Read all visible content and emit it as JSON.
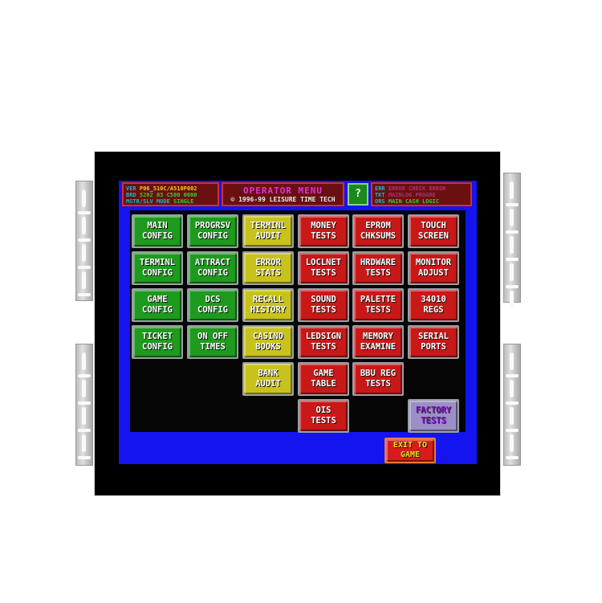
{
  "header": {
    "left_box": {
      "rows": [
        {
          "label": "VER",
          "value": "P06_510C/A510P002"
        },
        {
          "label": "BRD",
          "value": "5202 03 C500 0000"
        },
        {
          "label": "MSTR/SLV MODE",
          "value": "SINGLE"
        }
      ]
    },
    "title": "OPERATOR  MENU",
    "copyright": "© 1996-99 LEISURE TIME TECH",
    "help_label": "?",
    "right_box": {
      "rows": [
        {
          "label": "ERR",
          "value": "ERROR CHECK ERROR"
        },
        {
          "label": "TKT",
          "value": "MAINLOG  PROGRE"
        },
        {
          "label": "ORS",
          "value": "MAIN   CASH   LOGIC"
        }
      ]
    }
  },
  "buttons": [
    {
      "id": "main-config",
      "label": "MAIN\nCONFIG",
      "color": "green",
      "col": 0,
      "row": 0
    },
    {
      "id": "progrsv-config",
      "label": "PROGRSV\nCONFIG",
      "color": "green",
      "col": 1,
      "row": 0
    },
    {
      "id": "terminl-audit",
      "label": "TERMINL\nAUDIT",
      "color": "yellow",
      "col": 2,
      "row": 0
    },
    {
      "id": "money-tests",
      "label": "MONEY\nTESTS",
      "color": "red",
      "col": 3,
      "row": 0
    },
    {
      "id": "eprom-chksums",
      "label": "EPROM\nCHKSUMS",
      "color": "red",
      "col": 4,
      "row": 0
    },
    {
      "id": "touch-screen",
      "label": "TOUCH\nSCREEN",
      "color": "red",
      "col": 5,
      "row": 0
    },
    {
      "id": "terminl-config",
      "label": "TERMINL\nCONFIG",
      "color": "green",
      "col": 0,
      "row": 1
    },
    {
      "id": "attract-config",
      "label": "ATTRACT\nCONFIG",
      "color": "green",
      "col": 1,
      "row": 1
    },
    {
      "id": "error-stats",
      "label": "ERROR\nSTATS",
      "color": "yellow",
      "col": 2,
      "row": 1
    },
    {
      "id": "loclnet-tests",
      "label": "LOCLNET\nTESTS",
      "color": "red",
      "col": 3,
      "row": 1
    },
    {
      "id": "hrdware-tests",
      "label": "HRDWARE\nTESTS",
      "color": "red",
      "col": 4,
      "row": 1
    },
    {
      "id": "monitor-adjust",
      "label": "MONITOR\nADJUST",
      "color": "red",
      "col": 5,
      "row": 1
    },
    {
      "id": "game-config",
      "label": "GAME\nCONFIG",
      "color": "green",
      "col": 0,
      "row": 2
    },
    {
      "id": "dcs-config",
      "label": "DCS\nCONFIG",
      "color": "green",
      "col": 1,
      "row": 2
    },
    {
      "id": "recall-history",
      "label": "RECALL\nHISTORY",
      "color": "yellow",
      "col": 2,
      "row": 2
    },
    {
      "id": "sound-tests",
      "label": "SOUND\nTESTS",
      "color": "red",
      "col": 3,
      "row": 2
    },
    {
      "id": "palette-tests",
      "label": "PALETTE\nTESTS",
      "color": "red",
      "col": 4,
      "row": 2
    },
    {
      "id": "34010-regs",
      "label": "34010\nREGS",
      "color": "red",
      "col": 5,
      "row": 2
    },
    {
      "id": "ticket-config",
      "label": "TICKET\nCONFIG",
      "color": "green",
      "col": 0,
      "row": 3
    },
    {
      "id": "on-off-times",
      "label": "ON OFF\nTIMES",
      "color": "green",
      "col": 1,
      "row": 3
    },
    {
      "id": "casino-books",
      "label": "CASINO\nBOOKS",
      "color": "yellow",
      "col": 2,
      "row": 3
    },
    {
      "id": "ledsign-tests",
      "label": "LEDSIGN\nTESTS",
      "color": "red",
      "col": 3,
      "row": 3
    },
    {
      "id": "memory-examine",
      "label": "MEMORY\nEXAMINE",
      "color": "red",
      "col": 4,
      "row": 3
    },
    {
      "id": "serial-ports",
      "label": "SERIAL\nPORTS",
      "color": "red",
      "col": 5,
      "row": 3
    },
    {
      "id": "bank-audit",
      "label": "BANK\nAUDIT",
      "color": "yellow",
      "col": 2,
      "row": 4
    },
    {
      "id": "game-table",
      "label": "GAME\nTABLE",
      "color": "red",
      "col": 3,
      "row": 4
    },
    {
      "id": "bbu-reg-tests",
      "label": "BBU REG\nTESTS",
      "color": "red",
      "col": 4,
      "row": 4
    },
    {
      "id": "ois-tests",
      "label": "OIS\nTESTS",
      "color": "red",
      "col": 3,
      "row": 5
    },
    {
      "id": "factory-tests",
      "label": "FACTORY\nTESTS",
      "color": "purple",
      "col": 5,
      "row": 5
    }
  ],
  "exit_button": {
    "label": "EXIT  TO\nGAME"
  },
  "colors": {
    "screen_bg": "#1414f0",
    "green": "#1e9a1e",
    "yellow": "#c8c21c",
    "red": "#c81818",
    "purple": "#9c8ec8",
    "title_magenta": "#e030e0"
  }
}
